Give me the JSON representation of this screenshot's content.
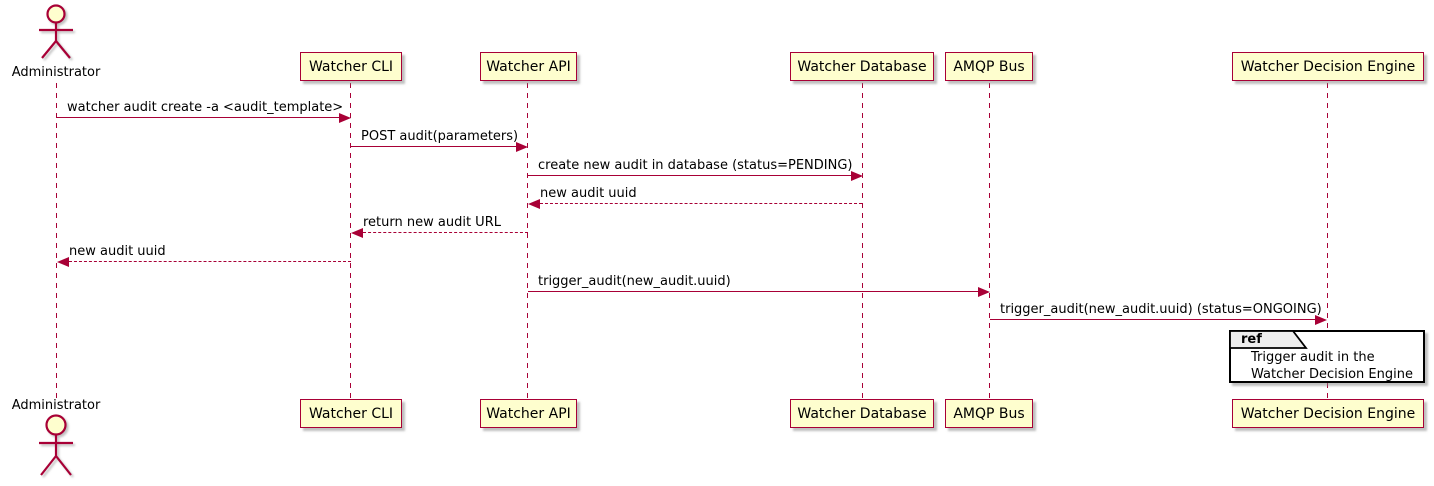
{
  "diagram": {
    "type": "plantuml-sequence",
    "colors": {
      "accent": "#A80036",
      "participant_fill": "#FEFECE",
      "ref_header_fill": "#EEEEEE",
      "ref_border": "#000000",
      "background": "#FFFFFF"
    },
    "actor": {
      "label": "Administrator"
    },
    "participants": [
      {
        "label": "Watcher CLI"
      },
      {
        "label": "Watcher API"
      },
      {
        "label": "Watcher Database"
      },
      {
        "label": "AMQP Bus"
      },
      {
        "label": "Watcher Decision Engine"
      }
    ],
    "messages": [
      {
        "from": "Administrator",
        "to": "Watcher CLI",
        "style": "solid",
        "label": "watcher audit create -a <audit_template>"
      },
      {
        "from": "Watcher CLI",
        "to": "Watcher API",
        "style": "solid",
        "label": "POST audit(parameters)"
      },
      {
        "from": "Watcher API",
        "to": "Watcher Database",
        "style": "solid",
        "label": "create new audit in database (status=PENDING)"
      },
      {
        "from": "Watcher Database",
        "to": "Watcher API",
        "style": "dashed",
        "label": "new audit uuid"
      },
      {
        "from": "Watcher API",
        "to": "Watcher CLI",
        "style": "dashed",
        "label": "return new audit URL"
      },
      {
        "from": "Watcher CLI",
        "to": "Administrator",
        "style": "dashed",
        "label": "new audit uuid"
      },
      {
        "from": "Watcher API",
        "to": "AMQP Bus",
        "style": "solid",
        "label": "trigger_audit(new_audit.uuid)"
      },
      {
        "from": "AMQP Bus",
        "to": "Watcher Decision Engine",
        "style": "solid",
        "label": "trigger_audit(new_audit.uuid) (status=ONGOING)"
      }
    ],
    "ref": {
      "keyword": "ref",
      "line1": "Trigger audit in the",
      "line2": "Watcher Decision Engine"
    }
  }
}
